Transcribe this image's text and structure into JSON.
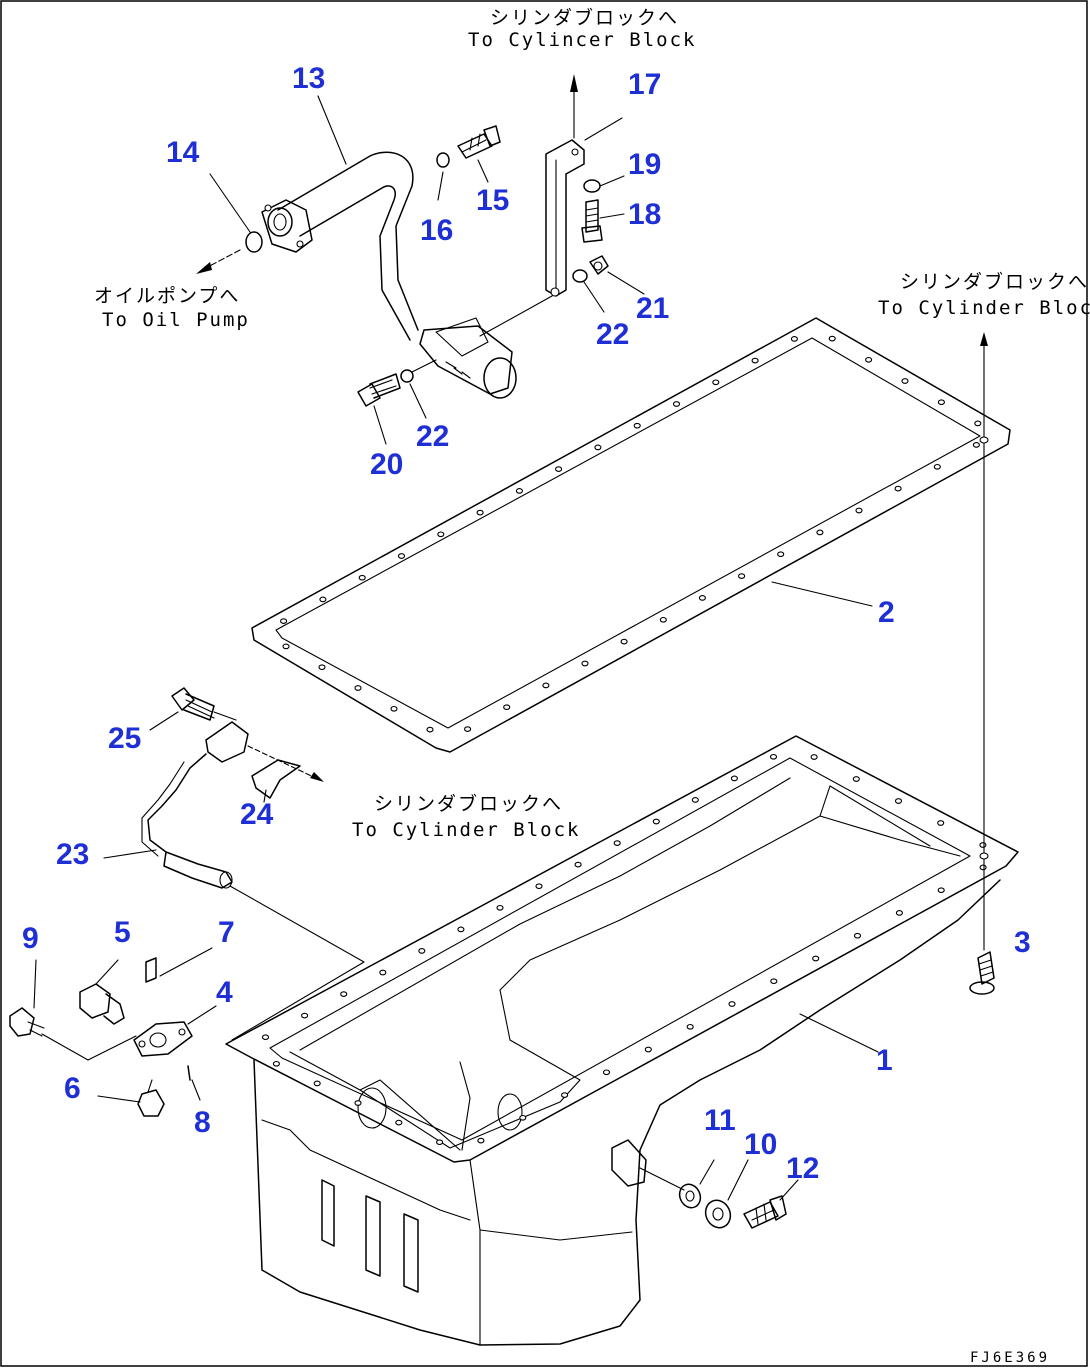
{
  "notes": {
    "top_jp": "シリンダブロックへ",
    "top_en": "To Cylincer Block",
    "right_jp": "シリンダブロックへ",
    "right_en": "To Cylinder Block",
    "pump_jp": "オイルポンプへ",
    "pump_en": "To Oil Pump",
    "mid_jp": "シリンダブロックへ",
    "mid_en": "To Cylinder Block"
  },
  "figure_code": "FJ6E369",
  "callouts": {
    "c1": "1",
    "c2": "2",
    "c3": "3",
    "c4": "4",
    "c5": "5",
    "c6": "6",
    "c7": "7",
    "c8": "8",
    "c9": "9",
    "c10": "10",
    "c11": "11",
    "c12": "12",
    "c13": "13",
    "c14": "14",
    "c15": "15",
    "c16": "16",
    "c17": "17",
    "c18": "18",
    "c19": "19",
    "c20": "20",
    "c21": "21",
    "c22a": "22",
    "c22b": "22",
    "c23": "23",
    "c24": "24",
    "c25": "25"
  },
  "colors": {
    "callout": "#1f2fd6",
    "line": "#000000",
    "background": "#ffffff"
  }
}
